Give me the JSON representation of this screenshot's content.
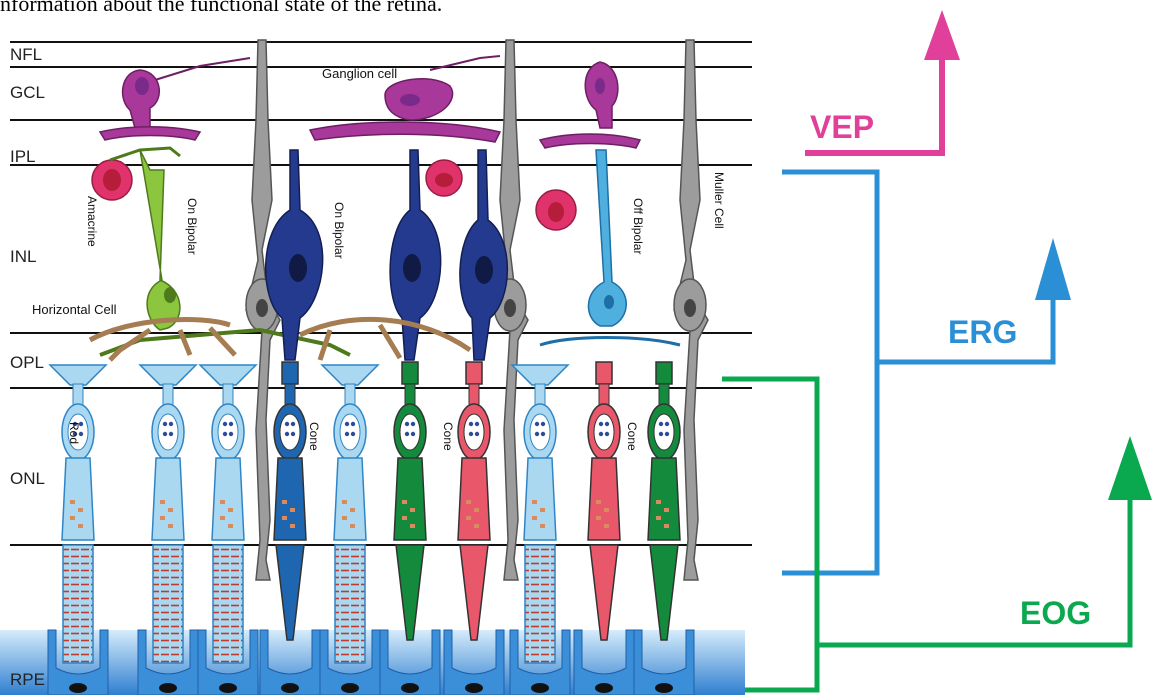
{
  "caption": "nformation about the functional state of the retina.",
  "layers": {
    "nfl": "NFL",
    "gcl": "GCL",
    "ipl": "IPL",
    "inl": "INL",
    "opl": "OPL",
    "onl": "ONL",
    "rpe": "RPE"
  },
  "cells": {
    "ganglion": "Ganglion cell",
    "amacrine": "Amacrine",
    "on_bipolar_left": "On Bipolar",
    "on_bipolar_mid": "On Bipolar",
    "off_bipolar": "Off Bipolar",
    "muller": "Muller Cell",
    "horizontal": "Horizontal Cell",
    "rod": "Rod",
    "cone_1": "Cone",
    "cone_2": "Cone",
    "cone_3": "Cone"
  },
  "signals": {
    "vep": "VEP",
    "erg": "ERG",
    "eog": "EOG"
  },
  "colors": {
    "vep": "#e0409a",
    "erg": "#2b8fd6",
    "eog": "#0aa84f",
    "rod_fill": "#a9d8f0",
    "rod_stroke": "#2f86c6",
    "blue_cone": "#1e66b0",
    "green_cone": "#138a3c",
    "red_cone": "#e8586a",
    "muller": "#9c9c9c",
    "ganglion": "#a8389a",
    "amacrine": "#e0336b",
    "bipolar_green": "#8cc63f",
    "bipolar_navy": "#233a8f",
    "horizontal": "#a67c52",
    "rpe": "#3b8ed8"
  }
}
